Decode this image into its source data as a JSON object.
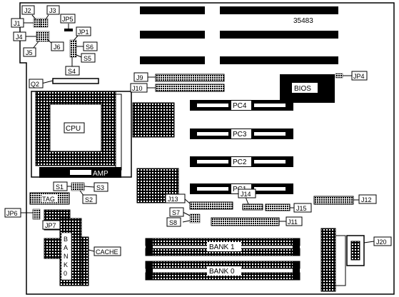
{
  "board_id": "35483",
  "labels": {
    "j1": "J1",
    "j2": "J2",
    "j3": "J3",
    "j4": "J4",
    "j5": "J5",
    "j6": "J6",
    "jp5": "JP5",
    "jp1": "JP1",
    "s6": "S6",
    "s5": "S5",
    "s4": "S4",
    "q2": "Q2",
    "j9": "J9",
    "j10": "J10",
    "jp4": "JP4",
    "bios": "BIOS",
    "cpu": "CPU",
    "amp": "AMP",
    "pc4": "PC4",
    "pc3": "PC3",
    "pc2": "PC2",
    "pc1": "PC1",
    "s1": "S1",
    "s2": "S2",
    "s3": "S3",
    "tag": "TAG",
    "jp6": "JP6",
    "jp7": "JP7",
    "cache": "CACHE",
    "bank0_vertical": [
      "B",
      "A",
      "N",
      "K",
      "0"
    ],
    "j13": "J13",
    "j14": "J14",
    "j15": "J15",
    "j12": "J12",
    "s7": "S7",
    "s8": "S8",
    "j11": "J11",
    "bank1": "BANK 1",
    "bank0": "BANK 0",
    "j20": "J20"
  }
}
